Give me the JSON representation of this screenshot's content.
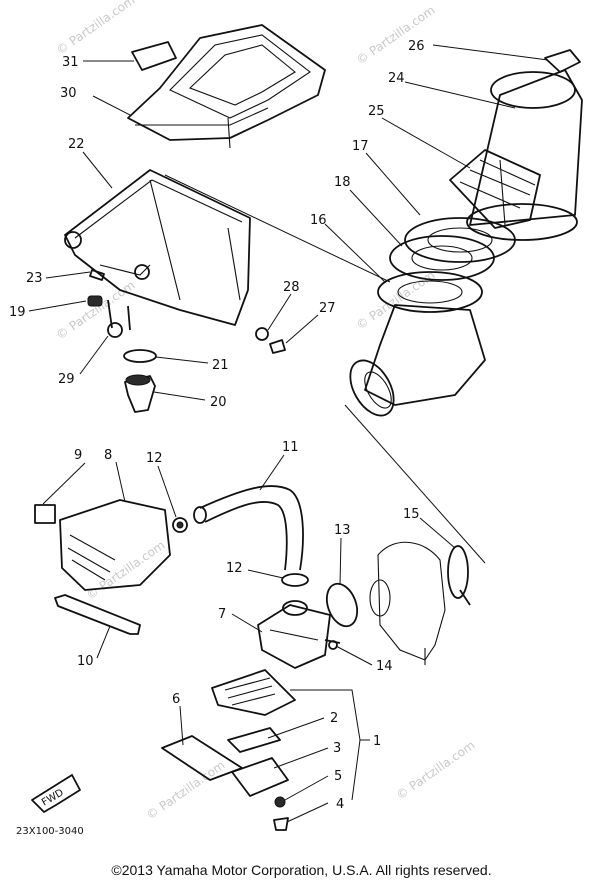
{
  "diagram": {
    "part_numbers": [
      "1",
      "2",
      "3",
      "4",
      "5",
      "6",
      "7",
      "8",
      "9",
      "10",
      "11",
      "12",
      "12",
      "13",
      "14",
      "15",
      "16",
      "17",
      "18",
      "19",
      "20",
      "21",
      "22",
      "23",
      "24",
      "25",
      "26",
      "27",
      "28",
      "29",
      "30",
      "31"
    ],
    "drawing_code": "23X100-3040",
    "fwd_label": "FWD",
    "watermark": "© Partzilla.com"
  },
  "footer": {
    "copyright": "©2013  Yamaha Motor Corporation, U.S.A. All rights reserved."
  }
}
